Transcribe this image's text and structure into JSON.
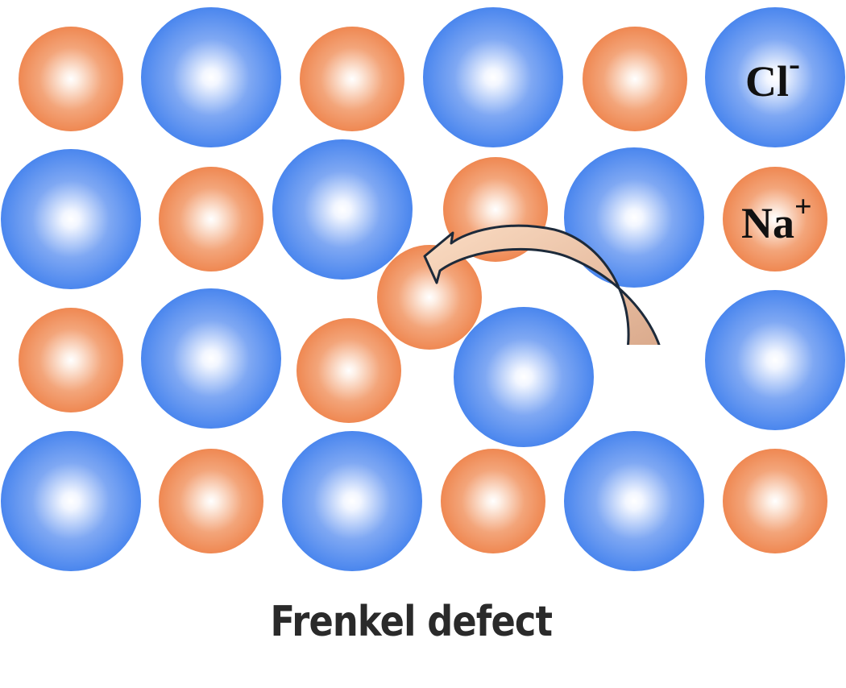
{
  "diagram": {
    "ions": {
      "chloride": {
        "symbol": "Cl",
        "charge": "-",
        "color": "#4a86ee"
      },
      "sodium": {
        "symbol": "Na",
        "charge": "+",
        "color": "#ef8852"
      }
    },
    "arrow": {
      "meaning": "Na+ cation displaced from its lattice site to an interstitial site",
      "fill_color": "#f7c9a6",
      "outline_color": "#1d2a3a"
    },
    "caption": "Frenkel defect"
  }
}
